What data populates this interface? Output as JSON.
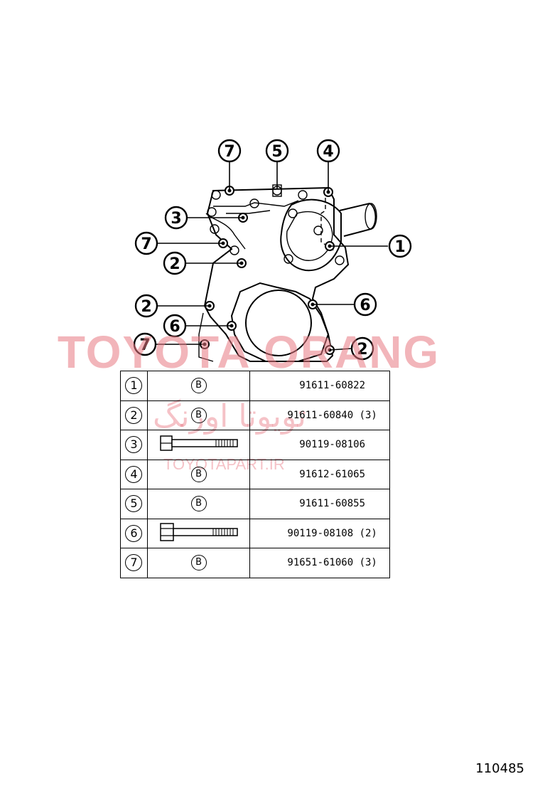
{
  "callouts": [
    {
      "label": "7"
    },
    {
      "label": "5"
    },
    {
      "label": "4"
    },
    {
      "label": "3"
    },
    {
      "label": "1"
    },
    {
      "label": "7"
    },
    {
      "label": "2"
    },
    {
      "label": "2"
    },
    {
      "label": "6"
    },
    {
      "label": "6"
    },
    {
      "label": "7"
    },
    {
      "label": "2"
    }
  ],
  "watermark": {
    "main": "TOYOTA ORANG",
    "persian": "تویوتا اورنگ",
    "site": "TOYOTAPART.IR"
  },
  "table": {
    "rows": [
      {
        "index": "1",
        "symbol": "B",
        "part_number": "91611-60822"
      },
      {
        "index": "2",
        "symbol": "B",
        "part_number": "91611-60840 (3)"
      },
      {
        "index": "3",
        "symbol": "bolt",
        "part_number": "90119-08106"
      },
      {
        "index": "4",
        "symbol": "B",
        "part_number": "91612-61065"
      },
      {
        "index": "5",
        "symbol": "B",
        "part_number": "91611-60855"
      },
      {
        "index": "6",
        "symbol": "bolt",
        "part_number": "90119-08108 (2)"
      },
      {
        "index": "7",
        "symbol": "B",
        "part_number": "91651-61060 (3)"
      }
    ]
  },
  "footer": {
    "code": "110485"
  }
}
